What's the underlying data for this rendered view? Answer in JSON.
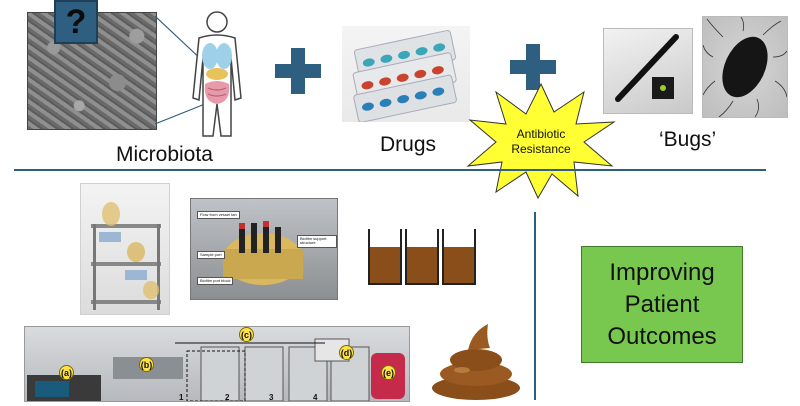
{
  "diagram": {
    "top_row": {
      "microbiota_label": "Microbiota",
      "question_mark": "?",
      "drugs_label": "Drugs",
      "bugs_label": "‘Bugs’",
      "burst_text_line1": "Antibiotic",
      "burst_text_line2": "Resistance"
    },
    "bottom_row": {
      "outcomes_line1": "Improving",
      "outcomes_line2": "Patient",
      "outcomes_line3": "Outcomes",
      "photo_notes": [
        "Flow from vessel tan",
        "Biofilm support structure",
        "Sample port",
        "Biofilm port block"
      ],
      "photo_tags": [
        "(a)",
        "(b)",
        "(c)",
        "(d)",
        "(e)"
      ],
      "vessel_numbers": [
        "1",
        "2",
        "3",
        "4"
      ]
    },
    "colors": {
      "divider": "#2f5f80",
      "plus": "#2f5f80",
      "burst_fill": "#ffff33",
      "outcomes_fill": "#78c850",
      "stool": "#8a4e1a"
    }
  }
}
